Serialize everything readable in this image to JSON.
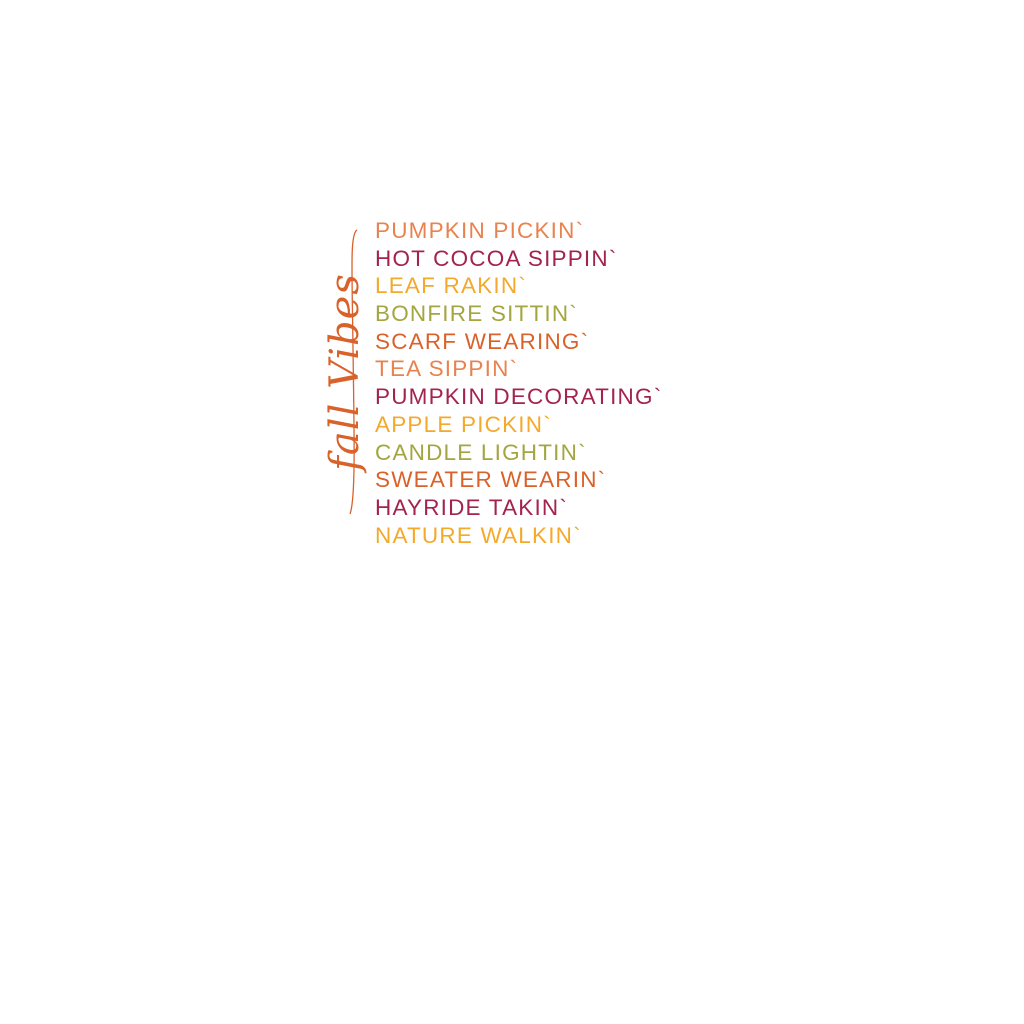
{
  "side_title": "fall Vibes",
  "colors": {
    "peach": "#e8834f",
    "maroon": "#a3234f",
    "amber": "#f4a92a",
    "olive": "#a3a640",
    "burnt": "#d9622b"
  },
  "activities": [
    {
      "text": "PUMPKIN PICKIN`",
      "color": "#e8834f"
    },
    {
      "text": "HOT COCOA SIPPIN`",
      "color": "#a3234f"
    },
    {
      "text": "LEAF RAKIN`",
      "color": "#f4a92a"
    },
    {
      "text": "BONFIRE SITTIN`",
      "color": "#a3a640"
    },
    {
      "text": "SCARF WEARING`",
      "color": "#d9622b"
    },
    {
      "text": "TEA SIPPIN`",
      "color": "#e8834f"
    },
    {
      "text": "PUMPKIN DECORATING`",
      "color": "#a3234f"
    },
    {
      "text": "APPLE PICKIN`",
      "color": "#f4a92a"
    },
    {
      "text": "CANDLE LIGHTIN`",
      "color": "#a3a640"
    },
    {
      "text": "SWEATER WEARIN`",
      "color": "#d9622b"
    },
    {
      "text": "HAYRIDE TAKIN`",
      "color": "#a3234f"
    },
    {
      "text": "NATURE WALKIN`",
      "color": "#f4a92a"
    }
  ]
}
